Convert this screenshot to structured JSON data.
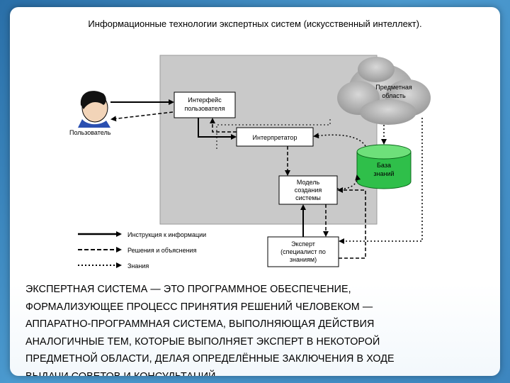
{
  "header": {
    "title": "Информационные технологии экспертных систем (искусственный интеллект)."
  },
  "diagram": {
    "user_label": "Пользователь",
    "interface": [
      "Интерфейс",
      "пользователя"
    ],
    "interpreter": "Интерпретатор",
    "domain_cloud": [
      "Предметная",
      "область"
    ],
    "knowledge_base": [
      "База",
      "знаний"
    ],
    "model": [
      "Модель",
      "создания",
      "системы"
    ],
    "expert": [
      "Эксперт",
      "(специалист по",
      "знаниям)"
    ],
    "legend": [
      "Инструкция к информации",
      "Решения и объяснения",
      "Знания"
    ]
  },
  "description": {
    "lines": [
      "ЭКСПЕРТНАЯ СИСТЕМА  — ЭТО ПРОГРАММНОЕ ОБЕСПЕЧЕНИЕ,",
      "ФОРМАЛИЗУЮЩЕЕ ПРОЦЕСС ПРИНЯТИЯ РЕШЕНИЙ ЧЕЛОВЕКОМ —",
      "АППАРАТНО-ПРОГРАММНАЯ СИСТЕМА, ВЫПОЛНЯЮЩАЯ ДЕЙСТВИЯ",
      "АНАЛОГИЧНЫЕ ТЕМ, КОТОРЫЕ ВЫПОЛНЯЕТ ЭКСПЕРТ В НЕКОТОРОЙ",
      "ПРЕДМЕТНОЙ ОБЛАСТИ, ДЕЛАЯ ОПРЕДЕЛЁННЫЕ ЗАКЛЮЧЕНИЯ В ХОДЕ",
      "ВЫДАЧИ СОВЕТОВ И КОНСУЛЬТАЦИЙ."
    ]
  },
  "colors": {
    "background": "#3d86bf",
    "knowledge_base": "#2fbf4a",
    "system_area": "#c9c9c9",
    "cloud": "#b8b8b8"
  }
}
